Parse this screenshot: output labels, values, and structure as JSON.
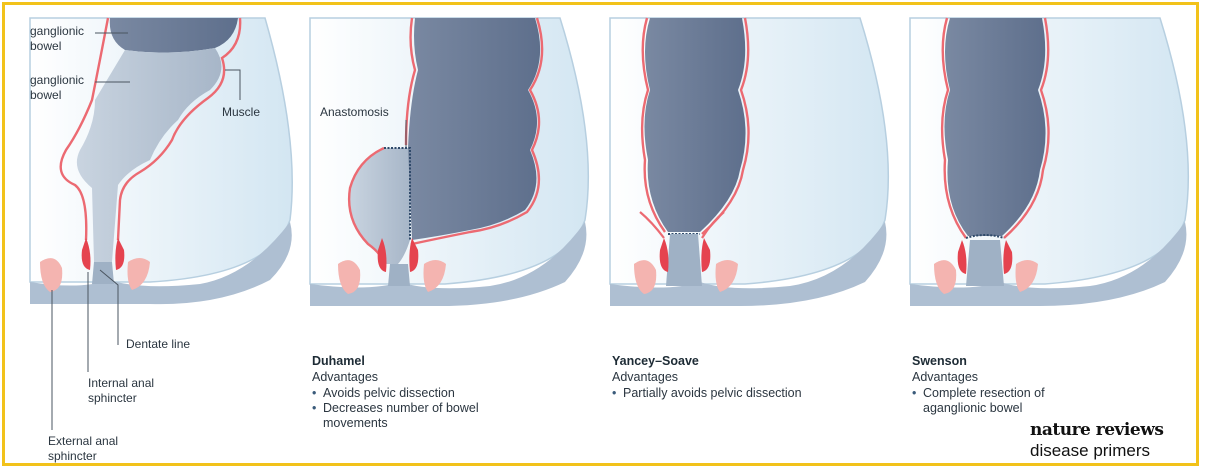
{
  "labels": {
    "aganglionic_bowel_1": "ganglionic\nbowel",
    "aganglionic_bowel_2": "ganglionic\nbowel",
    "muscle": "Muscle",
    "dentate_line": "Dentate line",
    "internal_anal_sphincter": "Internal anal\nsphincter",
    "external_anal_sphincter": "External anal\nsphincter",
    "anastomosis": "Anastomosis"
  },
  "procedures": [
    {
      "name": "Duhamel",
      "advantages_label": "Advantages",
      "advantages": [
        "Avoids pelvic dissection",
        "Decreases number of bowel movements"
      ]
    },
    {
      "name": "Yancey–Soave",
      "advantages_label": "Advantages",
      "advantages": [
        "Partially avoids pelvic dissection"
      ]
    },
    {
      "name": "Swenson",
      "advantages_label": "Advantages",
      "advantages": [
        "Complete resection of aganglionic bowel"
      ]
    }
  ],
  "brand": {
    "line1": "nature reviews",
    "line2": "disease primers"
  },
  "colors": {
    "frame": "#f2c21a",
    "pelvis_fill": "#dcebf4",
    "bowel_dark": "#6f7f99",
    "bowel_light": "#b9c6d6",
    "muscle_red": "#ec6a72",
    "sphincter_pink": "#f4b4b0"
  }
}
